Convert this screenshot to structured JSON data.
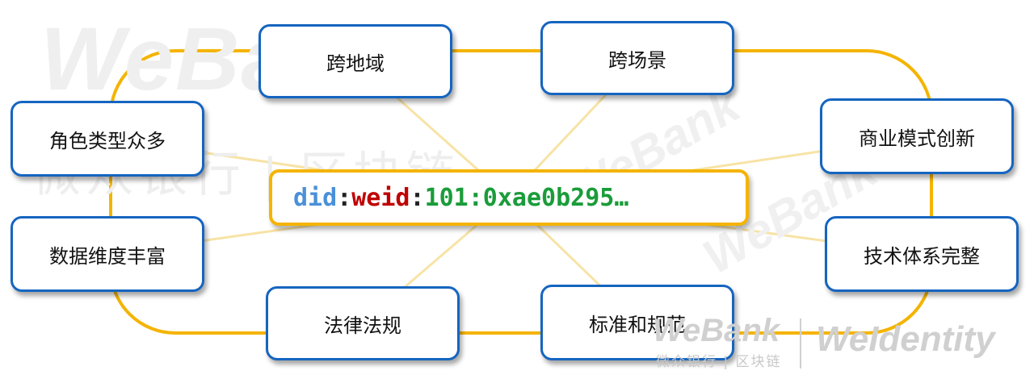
{
  "watermark": {
    "brand": "WeBank",
    "chinese": "微众银行 | 区块链"
  },
  "center": {
    "did": "did",
    "sep1": ":",
    "weid": "weid",
    "sep2": ":",
    "rest": "101:0xae0b295…",
    "colors": {
      "did": "#4a90d9",
      "weid": "#c00000",
      "sep": "#222222",
      "rest": "#1a9c3a"
    }
  },
  "nodes": {
    "cross_region": "跨地域",
    "cross_scene": "跨场景",
    "roles": "角色类型众多",
    "business": "商业模式创新",
    "data": "数据维度丰富",
    "tech": "技术体系完整",
    "law": "法律法规",
    "standards": "标准和规范"
  },
  "logo": {
    "webank": "WeBank",
    "webank_sub": "微众银行 | 区块链",
    "weidentity": "WeIdentity"
  },
  "colors": {
    "ring": "#f4b400",
    "node_border": "#1565c0",
    "center_border": "#f4b400"
  }
}
